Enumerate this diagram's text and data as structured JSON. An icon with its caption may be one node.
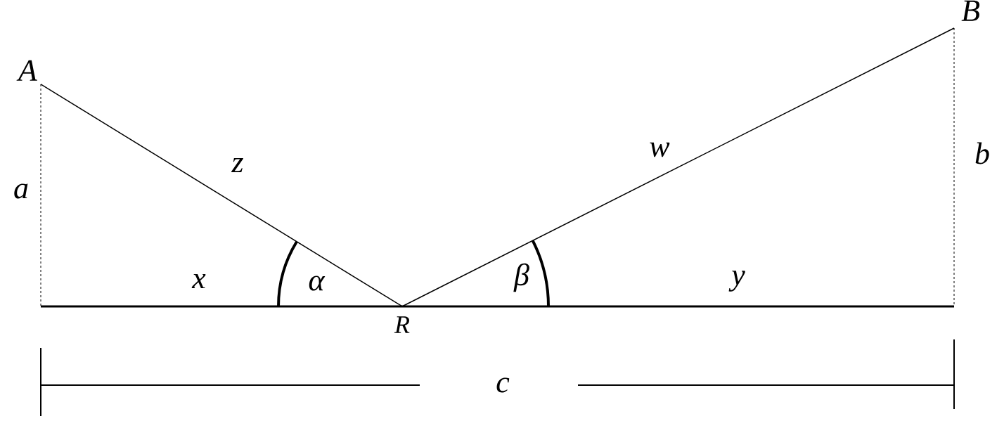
{
  "diagram": {
    "nodes": [
      {
        "text": [
          "A"
        ]
      },
      {
        "text": [
          "B"
        ]
      },
      {
        "text": [
          "R"
        ]
      }
    ],
    "edges": [
      {
        "from": 0,
        "to": 2,
        "arrow": "none",
        "label": "z"
      },
      {
        "from": 2,
        "to": 1,
        "arrow": "none",
        "label": "w"
      }
    ],
    "labels": [
      "a",
      "b",
      "x",
      "α",
      "β",
      "y",
      "c"
    ]
  }
}
